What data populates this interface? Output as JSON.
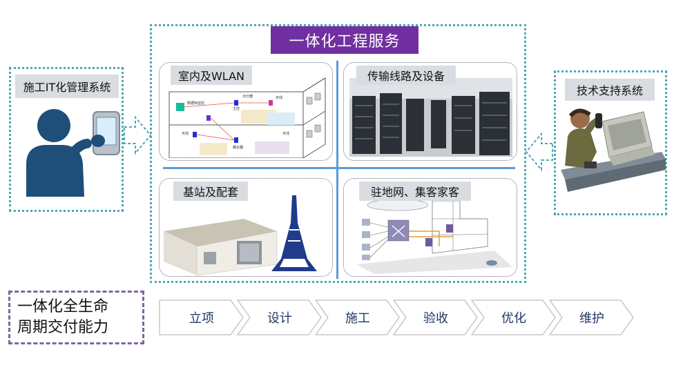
{
  "main_title": "一体化工程服务",
  "left_panel": {
    "label": "施工IT化管理系统"
  },
  "right_panel": {
    "label": "技术支持系统"
  },
  "quadrants": [
    {
      "label": "室内及WLAN",
      "small_labels": [
        "数据库监控",
        "主控",
        "功分器",
        "天线",
        "天线",
        "耦合器",
        "天线"
      ]
    },
    {
      "label": "传输线路及设备"
    },
    {
      "label": "基站及配套"
    },
    {
      "label": "驻地网、集客家客"
    }
  ],
  "lifecycle": {
    "line1": "一体化全生命",
    "line2": "周期交付能力"
  },
  "steps": [
    "立项",
    "设计",
    "施工",
    "验收",
    "优化",
    "维护"
  ],
  "colors": {
    "accent_purple": "#7030a0",
    "dotted_teal": "#4aa8b0",
    "divider_blue": "#5b9bd5",
    "person_navy": "#1f4e79"
  }
}
